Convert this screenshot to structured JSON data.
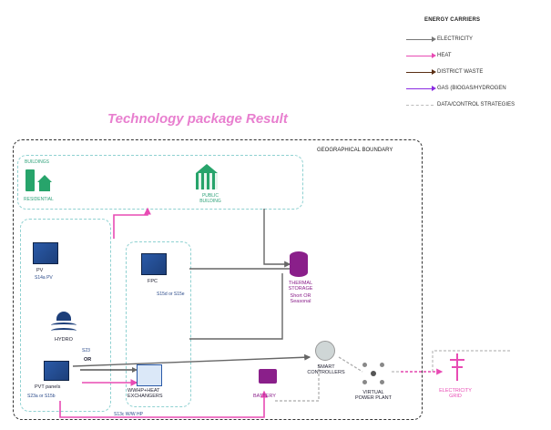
{
  "legend": {
    "title": "ENERGY CARRIERS",
    "items": [
      {
        "label": "ELECTRICITY",
        "color": "#777777",
        "style": "solid"
      },
      {
        "label": "HEAT",
        "color": "#e84bb4",
        "style": "solid"
      },
      {
        "label": "DISTRICT WASTE",
        "color": "#5a2f14",
        "style": "solid"
      },
      {
        "label": "GAS (BIOGAS/HYDROGEN",
        "color": "#8a2be2",
        "style": "solid"
      },
      {
        "label": "DATA/CONTROL STRATEGIES",
        "color": "#bbbbbb",
        "style": "dashed"
      }
    ]
  },
  "title": "Technology package Result",
  "boundary_label": "GEOGRAPHICAL BOUNDARY",
  "buildings_label": "BUILDINGS",
  "nodes": {
    "residential": "RESIDENTIAL",
    "public_building": "PUBLIC BUILDING",
    "pv": "PV",
    "pv_sub": "S14a PV",
    "fpc": "FPC",
    "fpc_sub": "S15d or S15e",
    "thermal_storage": "THERMAL STORAGE",
    "thermal_storage_sub": "Short OR Seasonal",
    "hydro": "HYDRO",
    "hydro_sub": "S23",
    "hydro_or": "OR",
    "pvt": "PVT panels",
    "pvt_sub": "S23a or S15b",
    "hp": "WWHP+HEAT EXCHANGERS",
    "hp_sub": "S13c W/W HP",
    "battery": "BATTERY",
    "smart": "SMART CONTROLLERS",
    "vpp": "VIRTUAL POWER PLANT",
    "grid": "ELECTRICITY GRID"
  }
}
